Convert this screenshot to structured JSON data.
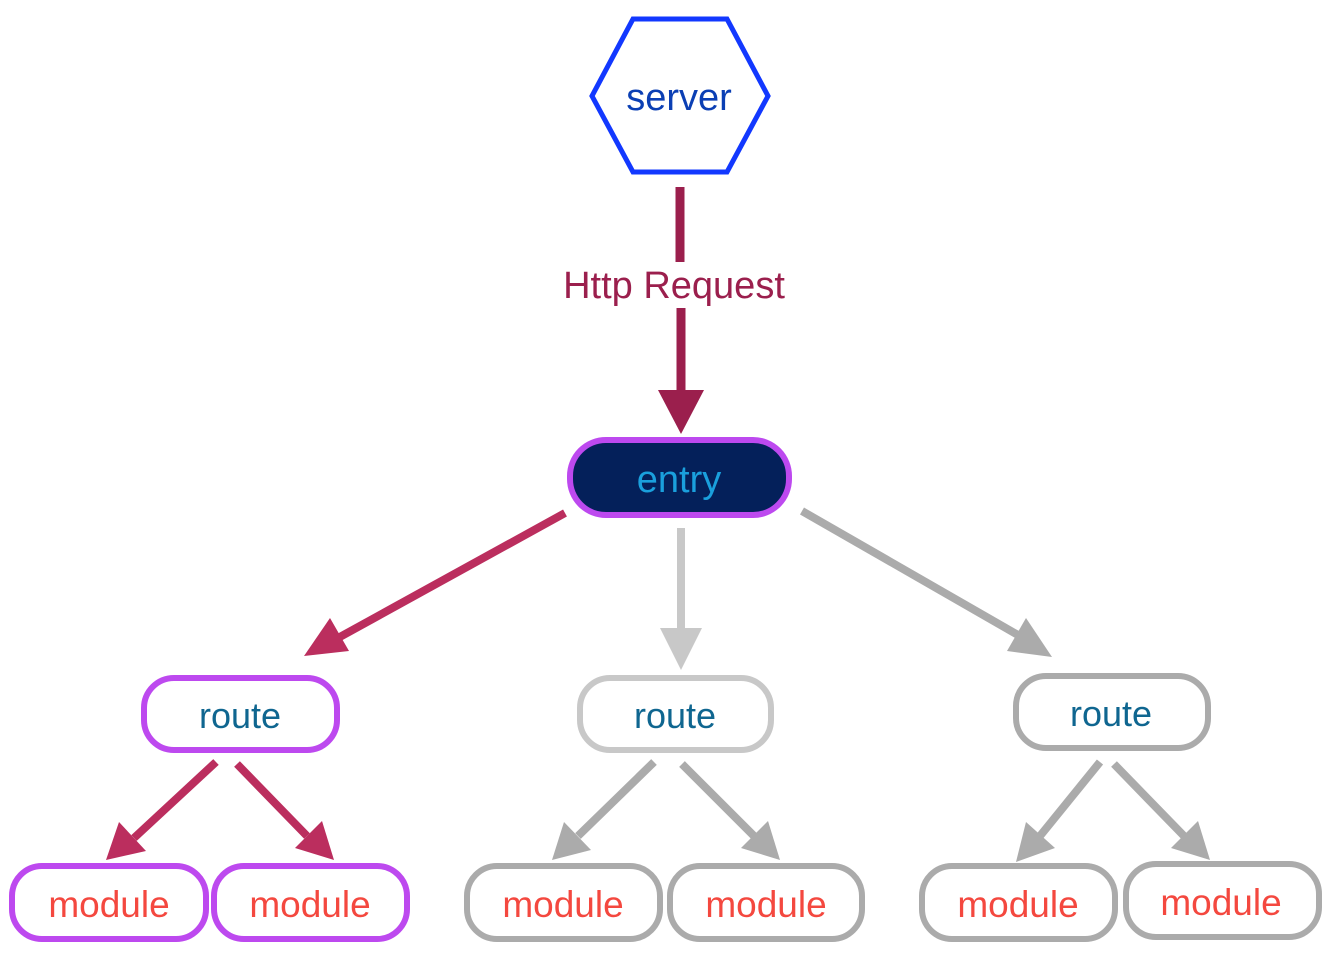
{
  "nodes": {
    "server": "server",
    "entry": "entry",
    "route_1": "route",
    "route_2": "route",
    "route_3": "route",
    "module_1": "module",
    "module_2": "module",
    "module_3": "module",
    "module_4": "module",
    "module_5": "module",
    "module_6": "module"
  },
  "edge_labels": {
    "server_to_entry": "Http Request"
  },
  "colors": {
    "server_stroke": "#1238ff",
    "server_text": "#0b3fb4",
    "entry_fill": "#04205a",
    "entry_stroke": "#bd49ef",
    "entry_text": "#1aa0dd",
    "route_text": "#0f6690",
    "module_text": "#f4483f",
    "active_stroke": "#bd49ef",
    "inactive_stroke_light": "#c8c8c8",
    "inactive_stroke": "#ababab",
    "request_arrow": "#9b1f4d",
    "active_arrow": "#bb2e5e",
    "inactive_arrow_light": "#c8c8c8",
    "inactive_arrow": "#ababab"
  }
}
